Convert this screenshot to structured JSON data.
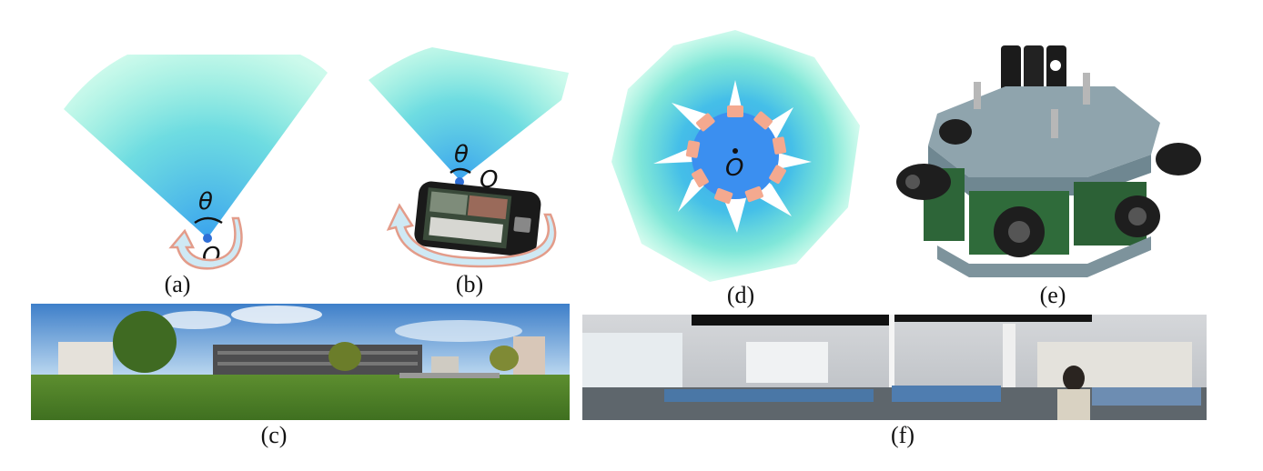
{
  "panels": {
    "a": {
      "caption": "(a)",
      "angle_symbol": "θ",
      "origin_symbol": "O"
    },
    "b": {
      "caption": "(b)",
      "angle_symbol": "θ",
      "origin_symbol": "O"
    },
    "c": {
      "caption": "(c)"
    },
    "d": {
      "caption": "(d)",
      "origin_symbol": "O"
    },
    "e": {
      "caption": "(e)"
    },
    "f": {
      "caption": "(f)"
    }
  },
  "colors": {
    "fov_inner": "#3aa3ee",
    "fov_outer": "#5fe8c8",
    "origin_dot": "#2f6fd6",
    "arrow_fill": "#cfe9f4",
    "arrow_edge": "#e39c8a",
    "lens_block": "#f4a98f",
    "ring_fill": "#3b8ff0"
  },
  "icons": {
    "b_device": "smartphone-icon",
    "e_device": "camera-rig-icon"
  }
}
